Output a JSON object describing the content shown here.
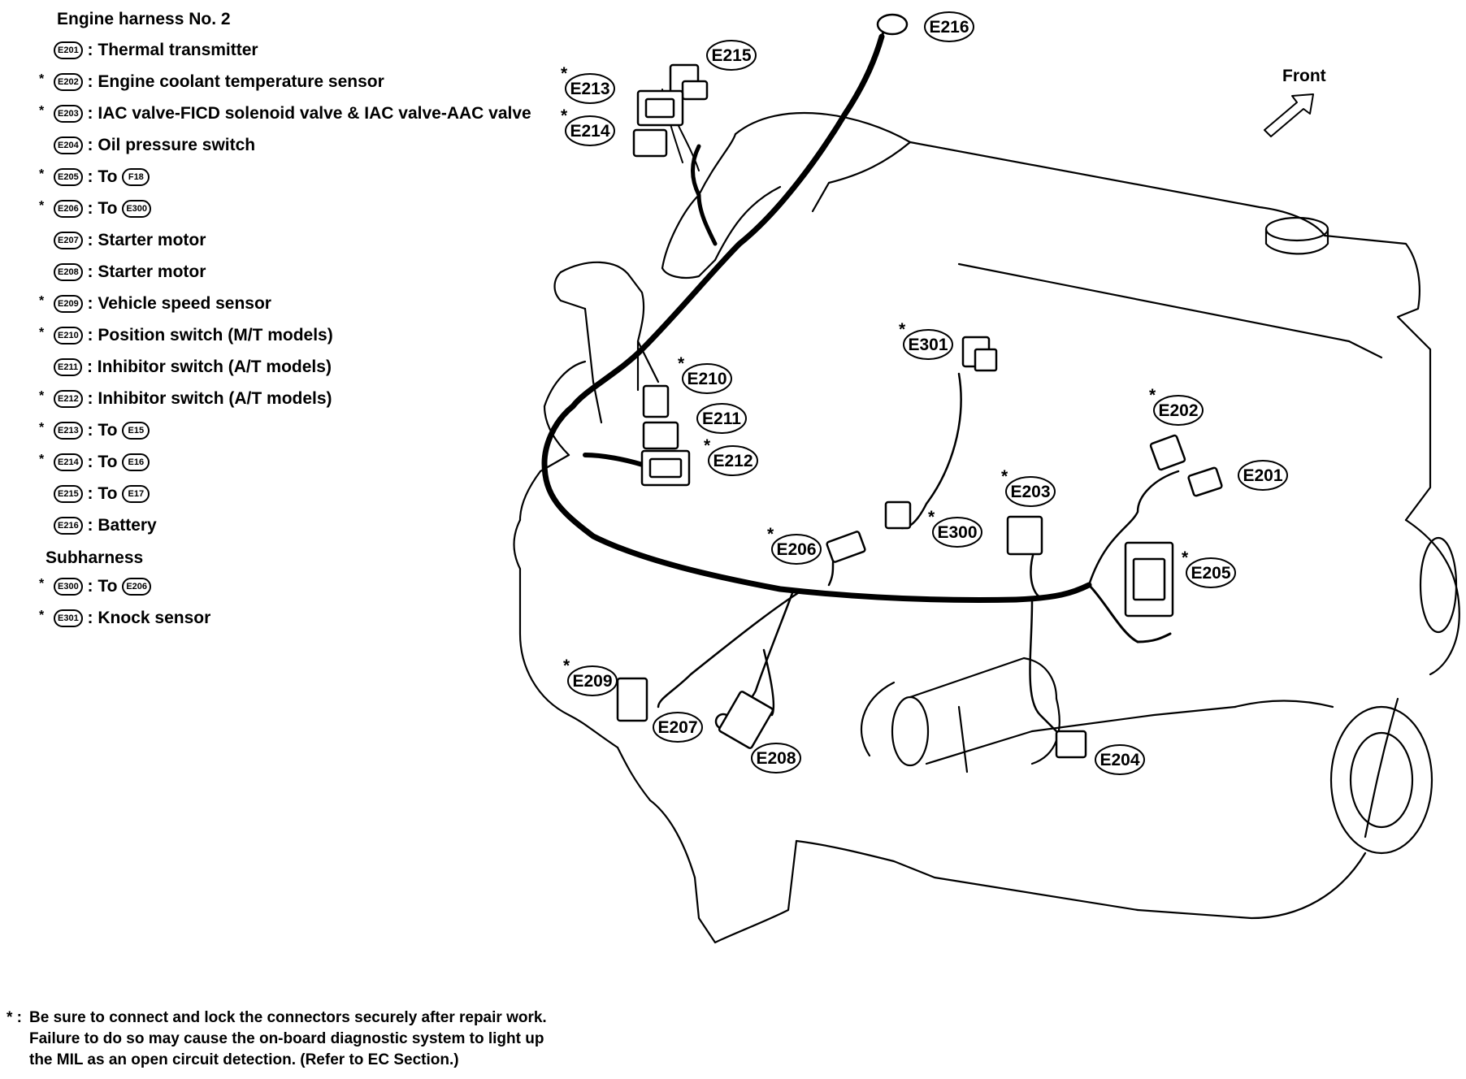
{
  "legend": {
    "title": "Engine harness No. 2",
    "items": [
      {
        "code": "E201",
        "star": "",
        "text": ": Thermal transmitter"
      },
      {
        "code": "E202",
        "star": "*",
        "text": ": Engine coolant temperature sensor"
      },
      {
        "code": "E203",
        "star": "*",
        "text": ": IAC valve-FICD solenoid valve & IAC valve-AAC valve"
      },
      {
        "code": "E204",
        "star": "",
        "text": ": Oil pressure switch"
      },
      {
        "code": "E205",
        "star": "*",
        "text": ": To",
        "to": "F18"
      },
      {
        "code": "E206",
        "star": "*",
        "text": ": To",
        "to": "E300"
      },
      {
        "code": "E207",
        "star": "",
        "text": ": Starter motor"
      },
      {
        "code": "E208",
        "star": "",
        "text": ": Starter motor"
      },
      {
        "code": "E209",
        "star": "*",
        "text": ": Vehicle speed sensor"
      },
      {
        "code": "E210",
        "star": "*",
        "text": ": Position switch (M/T models)"
      },
      {
        "code": "E211",
        "star": "",
        "text": ": Inhibitor switch (A/T models)"
      },
      {
        "code": "E212",
        "star": "*",
        "text": ": Inhibitor switch (A/T models)"
      },
      {
        "code": "E213",
        "star": "*",
        "text": ": To",
        "to": "E15"
      },
      {
        "code": "E214",
        "star": "*",
        "text": ": To",
        "to": "E16"
      },
      {
        "code": "E215",
        "star": "",
        "text": ": To",
        "to": "E17"
      },
      {
        "code": "E216",
        "star": "",
        "text": ": Battery"
      }
    ],
    "subharness_title": "Subharness",
    "subharness_items": [
      {
        "code": "E300",
        "star": "*",
        "text": ": To",
        "to": "E206"
      },
      {
        "code": "E301",
        "star": "*",
        "text": ": Knock sensor"
      }
    ]
  },
  "direction_label": "Front",
  "callouts": [
    {
      "label": "E216",
      "star": ""
    },
    {
      "label": "E215",
      "star": ""
    },
    {
      "label": "E213",
      "star": "*"
    },
    {
      "label": "E214",
      "star": "*"
    },
    {
      "label": "E301",
      "star": "*"
    },
    {
      "label": "E210",
      "star": "*"
    },
    {
      "label": "E211",
      "star": ""
    },
    {
      "label": "E212",
      "star": "*"
    },
    {
      "label": "E202",
      "star": "*"
    },
    {
      "label": "E201",
      "star": ""
    },
    {
      "label": "E203",
      "star": "*"
    },
    {
      "label": "E300",
      "star": "*"
    },
    {
      "label": "E206",
      "star": "*"
    },
    {
      "label": "E205",
      "star": "*"
    },
    {
      "label": "E209",
      "star": "*"
    },
    {
      "label": "E207",
      "star": ""
    },
    {
      "label": "E208",
      "star": ""
    },
    {
      "label": "E204",
      "star": ""
    }
  ],
  "footnote": {
    "marker": "* :",
    "lines": [
      "Be sure to connect and lock the connectors securely after repair work.",
      "Failure to do so may cause the on-board diagnostic system to light up",
      "the MIL as an open circuit detection. (Refer to EC Section.)"
    ]
  }
}
